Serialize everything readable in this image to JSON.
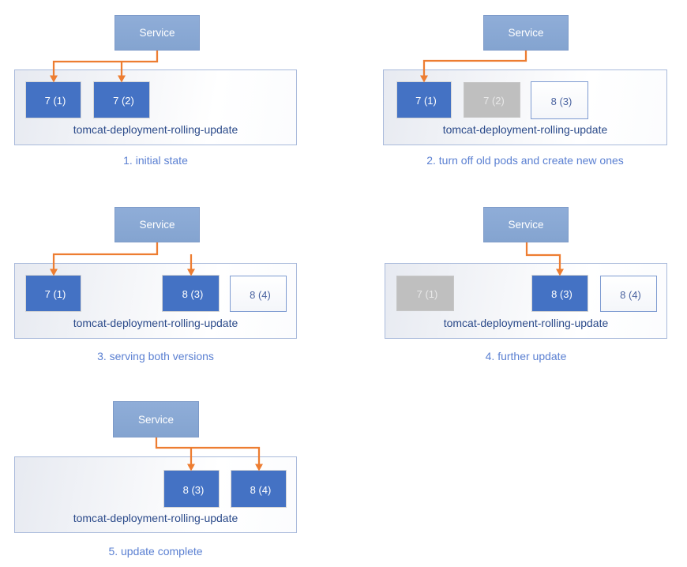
{
  "diagram": {
    "subject": "tomcat deployment rolling update stages",
    "colors": {
      "pod_active_fill": "#4472C4",
      "pod_inactive_fill": "#BFBFBF",
      "pod_new_border": "#7E9BD1",
      "service_fill": "#8AA8D4",
      "arrow": "#ED7D31",
      "caption_text": "#5B80D2",
      "deployment_label_text": "#2B4A8A"
    },
    "panels": [
      {
        "caption": "1. initial state",
        "service": "Service",
        "deployment": "tomcat-deployment-rolling-update",
        "pods": [
          {
            "label": "7 (1)",
            "state": "active"
          },
          {
            "label": "7 (2)",
            "state": "active"
          }
        ],
        "service_routes_to": [
          "7 (1)",
          "7 (2)"
        ]
      },
      {
        "caption": "2. turn off old pods and create new ones",
        "service": "Service",
        "deployment": "tomcat-deployment-rolling-update",
        "pods": [
          {
            "label": "7 (1)",
            "state": "active"
          },
          {
            "label": "7 (2)",
            "state": "inactive"
          },
          {
            "label": "8 (3)",
            "state": "new"
          }
        ],
        "service_routes_to": [
          "7 (1)"
        ]
      },
      {
        "caption": "3. serving both versions",
        "service": "Service",
        "deployment": "tomcat-deployment-rolling-update",
        "pods": [
          {
            "label": "7 (1)",
            "state": "active"
          },
          {
            "label": "8 (3)",
            "state": "active"
          },
          {
            "label": "8 (4)",
            "state": "new"
          }
        ],
        "service_routes_to": [
          "7 (1)",
          "8 (3)"
        ]
      },
      {
        "caption": "4. further update",
        "service": "Service",
        "deployment": "tomcat-deployment-rolling-update",
        "pods": [
          {
            "label": "7 (1)",
            "state": "inactive"
          },
          {
            "label": "8 (3)",
            "state": "active"
          },
          {
            "label": "8 (4)",
            "state": "new"
          }
        ],
        "service_routes_to": [
          "8 (3)"
        ]
      },
      {
        "caption": "5. update complete",
        "service": "Service",
        "deployment": "tomcat-deployment-rolling-update",
        "pods": [
          {
            "label": "8 (3)",
            "state": "active"
          },
          {
            "label": "8 (4)",
            "state": "active"
          }
        ],
        "service_routes_to": [
          "8 (3)",
          "8 (4)"
        ]
      }
    ]
  }
}
